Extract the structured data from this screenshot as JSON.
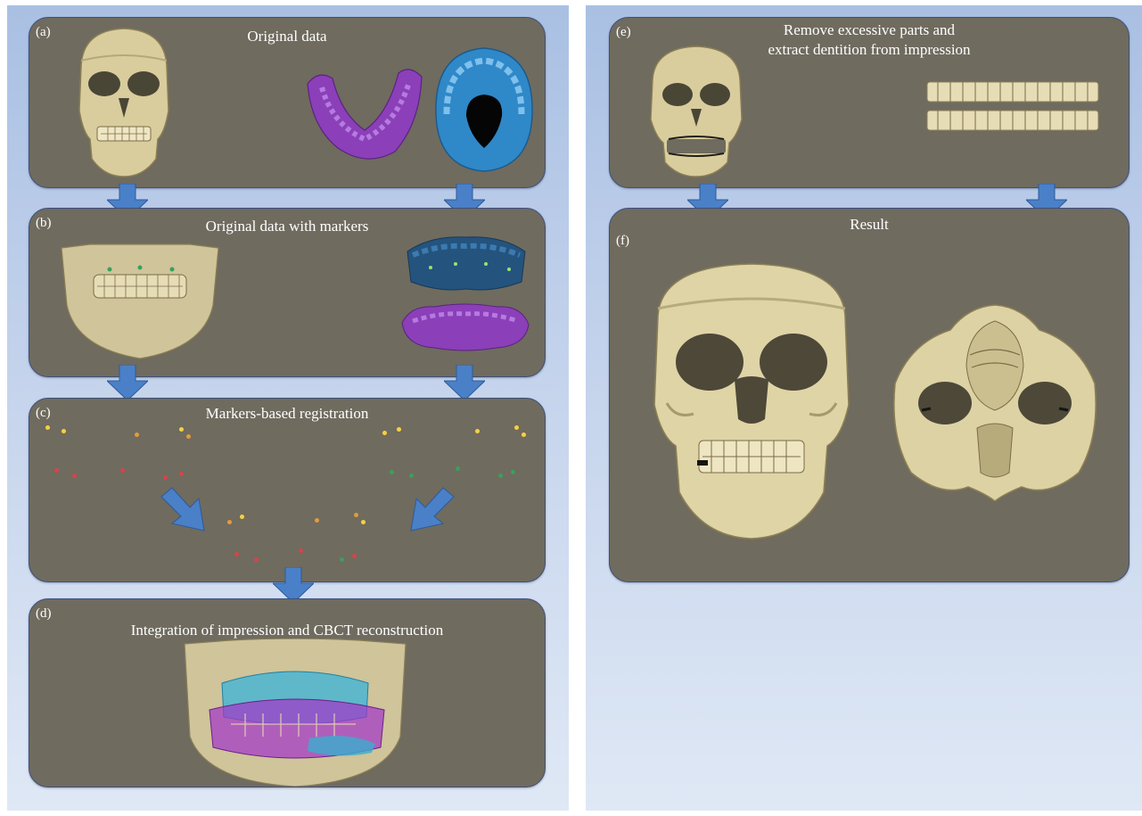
{
  "colors": {
    "panel_bg": "#6f6b5f",
    "panel_border": "#3d4f7c",
    "column_bg": "#b7c9e8",
    "arrow": "#4a80c8",
    "bone": "#ddd2a4",
    "impression_purple": "#8b3fb8",
    "impression_blue": "#2f88c8",
    "marker_yellow": "#f2d04a",
    "marker_red": "#d9424a",
    "marker_green": "#3aa05a"
  },
  "panels": {
    "a": {
      "letter": "(a)",
      "title": "Original data"
    },
    "b": {
      "letter": "(b)",
      "title": "Original data with markers"
    },
    "c": {
      "letter": "(c)",
      "title": "Markers-based registration"
    },
    "d": {
      "letter": "(d)",
      "title": "Integration of impression and CBCT reconstruction"
    },
    "e": {
      "letter": "(e)",
      "title": "Remove excessive parts and\nextract dentition from impression"
    },
    "f": {
      "letter": "(f)",
      "title": "Result"
    }
  },
  "icons": {
    "flow_arrow": "arrow-down-icon",
    "diagonal_arrow": "arrow-diagonal-icon",
    "skull_render": "skull-image",
    "impression_render": "dental-impression-image",
    "marker_point": "marker-dot"
  }
}
